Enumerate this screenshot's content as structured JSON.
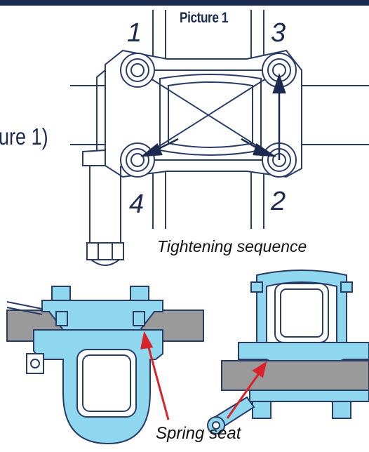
{
  "colors": {
    "top_bar": "#1b2a4e",
    "line": "#2a3b66",
    "part_fill": "#8fd6ef",
    "frame_fill": "#9a9a9a",
    "arrow": "#1b2a4e",
    "pointer": "#d8232a"
  },
  "figure": {
    "title": "Picture 1",
    "side_text": "ure 1)"
  },
  "bolt_numbers": {
    "top_left": "1",
    "top_right": "3",
    "bottom_right": "2",
    "bottom_left": "4"
  },
  "caption": "Tightening sequence",
  "callout": "Spring seat"
}
